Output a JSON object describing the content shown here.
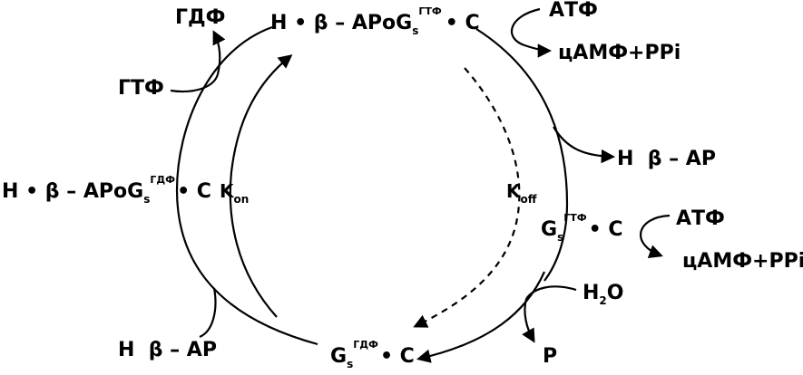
{
  "labels": {
    "gdp_released": "ГДФ",
    "gtp_in": "ГТФ",
    "atp_1": "АТФ",
    "camp_1": "цАМФ+PPi",
    "atp_2": "АТФ",
    "camp_2": "цАМФ+PPi",
    "h_bar_out": "H  β – AP",
    "h_bar_in": "H  β – AP",
    "h2o": "H",
    "h2o_sub": "2",
    "h2o_tail": "O",
    "p_out": "P",
    "k_on": "K",
    "k_on_sub": "on",
    "k_off": "K",
    "k_off_sub": "off"
  },
  "complexes": {
    "top": {
      "prefix": "H • β – APoG",
      "sub": "s",
      "sup": "ГТФ",
      "suffix": "• C"
    },
    "left": {
      "prefix": "H • β – APoG",
      "sub": "s",
      "sup": "ГДФ",
      "suffix": "• C"
    },
    "right": {
      "prefix": "G",
      "sub": "s",
      "sup": "ГТФ",
      "suffix": "• C"
    },
    "bottom": {
      "prefix": "G",
      "sub": "s",
      "sup": "ГДФ",
      "suffix": "• C"
    }
  }
}
